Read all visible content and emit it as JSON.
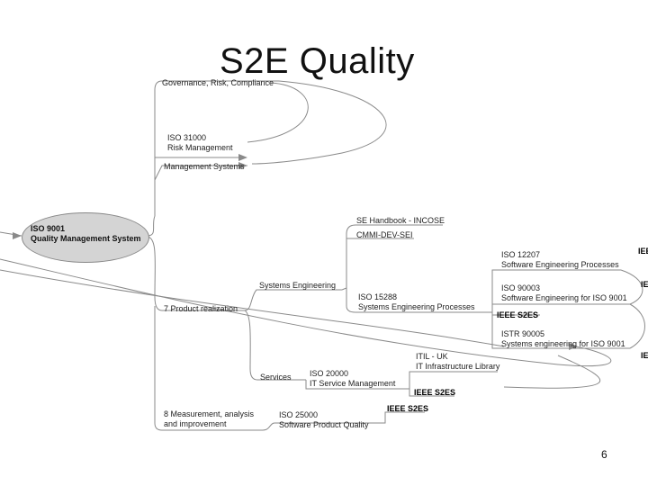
{
  "title": "S2E Quality",
  "page_number": "6",
  "root": {
    "line1": "ISO 9001",
    "line2": "Quality Management System"
  },
  "branches": {
    "governance": "Governance, Risk, Compliance",
    "iso31000": {
      "line1": "ISO 31000",
      "line2": "Risk Management"
    },
    "management_systems": "Management Systems",
    "product_realization": "7 Product realization",
    "measurement": {
      "line1": "8 Measurement, analysis",
      "line2": "and improvement"
    }
  },
  "systems_engineering": {
    "label": "Systems Engineering",
    "se_handbook": "SE Handbook - INCOSE",
    "cmmi": "CMMI-DEV-SEI",
    "iso15288": {
      "line1": "ISO 15288",
      "line2": "Systems Engineering Processes"
    },
    "iso12207": {
      "line1": "ISO 12207",
      "line2": "Software Engineering Processes"
    },
    "iso90003": {
      "line1": "ISO 90003",
      "line2": "Software Engineering for ISO 9001"
    },
    "ieee_s2es": "IEEE S2ES",
    "istr90005": {
      "line1": "ISTR 90005",
      "line2": "Systems engineering for ISO 9001"
    },
    "edge_labels": [
      "IEE",
      "IE",
      "IE"
    ]
  },
  "services": {
    "label": "Services",
    "iso20000": {
      "line1": "ISO 20000",
      "line2": "IT Service Management"
    },
    "itil": {
      "line1": "ITIL - UK",
      "line2": "IT Infrastructure Library"
    },
    "ieee_s2es": "IEEE S2ES"
  },
  "measurement_children": {
    "iso25000": {
      "line1": "ISO 25000",
      "line2": "Software Product Quality"
    },
    "ieee_s2es": "IEEE S2ES"
  }
}
